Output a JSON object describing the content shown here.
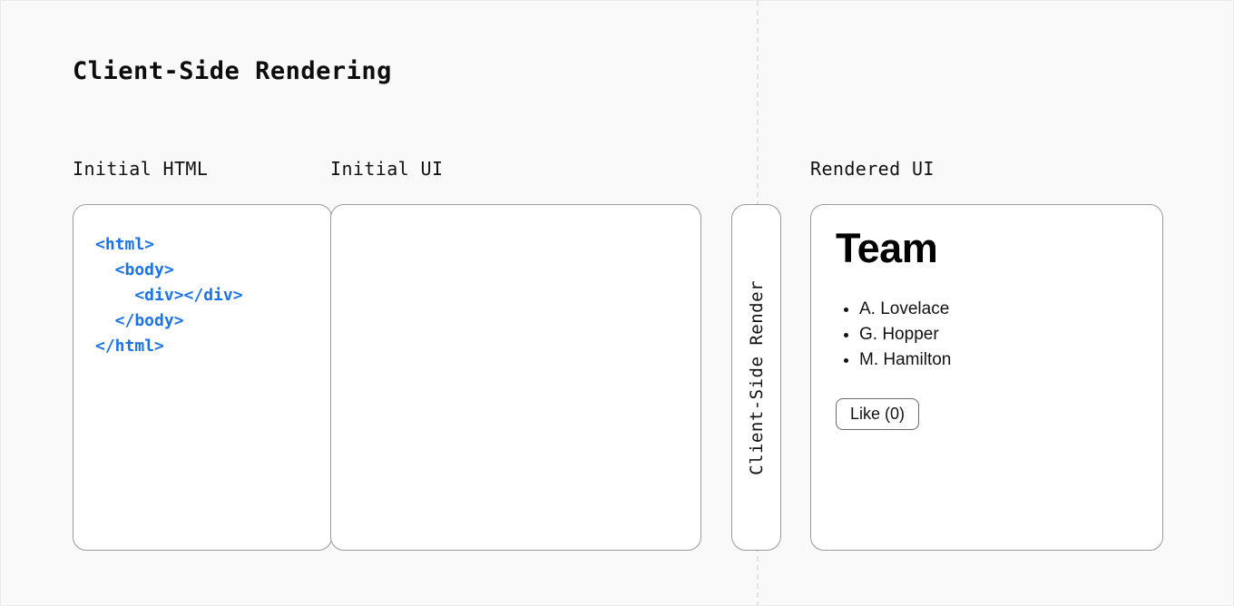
{
  "diagram": {
    "title": "Client-Side Rendering",
    "divider": {
      "style": "dashed-vertical",
      "color": "#e3e3e3"
    },
    "accent_color": "#1a73e8",
    "panel_border_color": "#9a9a9a",
    "background_color": "#f9f9f9"
  },
  "columns": {
    "initial_html_label": "Initial HTML",
    "initial_ui_label": "Initial UI",
    "rendered_ui_label": "Rendered UI"
  },
  "initial_html_panel": {
    "code": "<html>\n  <body>\n    <div></div>\n  </body>\n</html>"
  },
  "initial_ui_panel": {
    "content": ""
  },
  "render_strip": {
    "label": "Client-Side Render"
  },
  "rendered_ui_panel": {
    "heading": "Team",
    "list": [
      "A. Lovelace",
      "G. Hopper",
      "M. Hamilton"
    ],
    "button_label": "Like (0)"
  }
}
